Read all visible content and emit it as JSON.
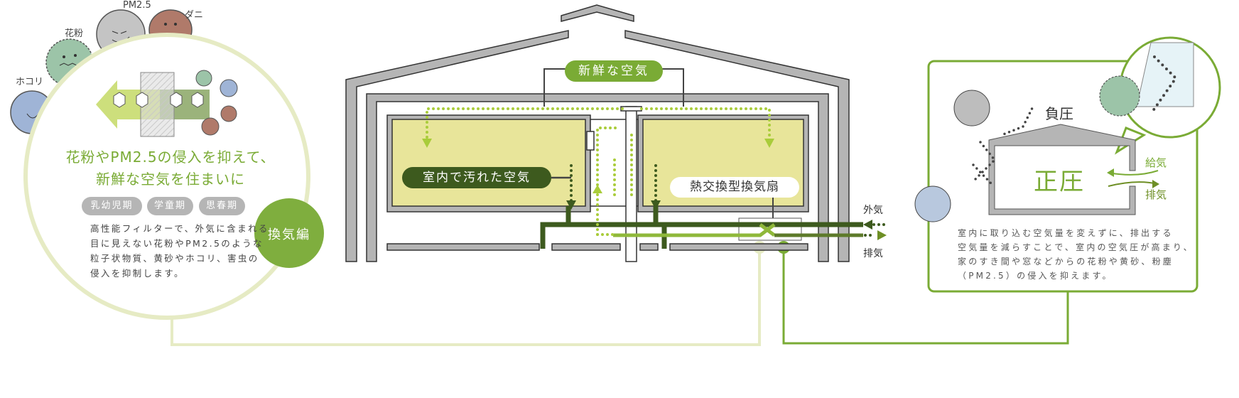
{
  "left_panel": {
    "pests": [
      "ホコリ",
      "花粉",
      "PM2.5",
      "ダニ"
    ],
    "title_lines": [
      "花粉やPM2.5の侵入を抑えて、",
      "新鮮な空気を住まいに"
    ],
    "age_tags": [
      "乳幼児期",
      "学童期",
      "思春期"
    ],
    "description_lines": [
      "高性能フィルターで、外気に含まれる",
      "目に見えない花粉やPM2.5のような",
      "粒子状物質、黄砂やホコリ、害虫の",
      "侵入を抑制します。"
    ],
    "category_badge": "換気編"
  },
  "house_diagram": {
    "fresh_air_label": "新鮮な空気",
    "dirty_air_label": "室内で汚れた空気",
    "fan_label": "熱交換型換気扇",
    "outside_air_label": "外気",
    "exhaust_label": "排気"
  },
  "right_panel": {
    "negative_pressure": "負圧",
    "positive_pressure": "正圧",
    "supply_label": "給気",
    "exhaust_label": "排気",
    "description_lines": [
      "室内に取り込む空気量を変えずに、排出する",
      "空気量を減らすことで、室内の空気圧が高まり、",
      "家のすき間や窓などからの花粉や黄砂、粉塵",
      "（PM2.5）の侵入を抑えます。"
    ]
  },
  "colors": {
    "accent": "#7aab35",
    "dark_green": "#3d5a1e",
    "light_green": "#e6ebc4",
    "room_yellow": "#e8e59a",
    "wall_gray": "#b5b5b5"
  }
}
